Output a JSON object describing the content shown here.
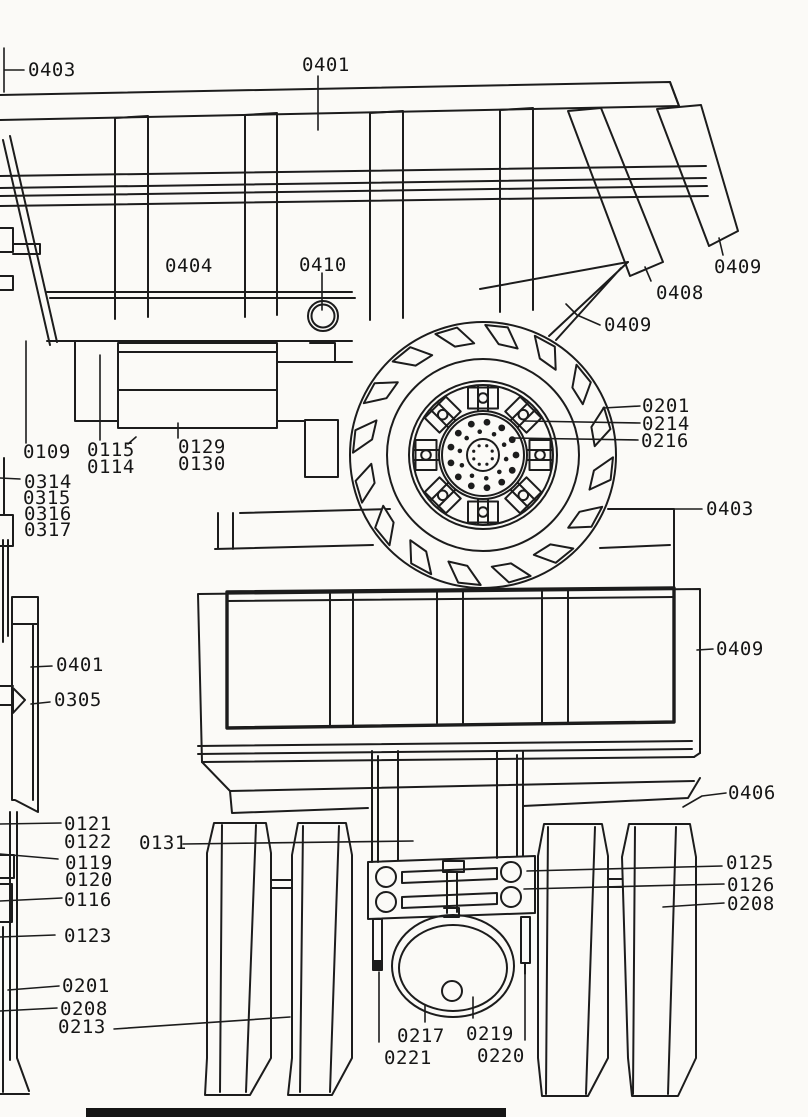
{
  "figure": {
    "kind": "hand-drawn parts diagram",
    "subject": "dump truck body, wheel and rear axle views"
  },
  "colors": {
    "ink": "#1c1c1c",
    "paper": "#fbfaf7"
  },
  "labels": {
    "side_view": [
      "0403",
      "0401",
      "0404",
      "0410",
      "0409",
      "0408",
      "0409",
      "0109",
      "0115",
      "0114",
      "0129",
      "0130",
      "0314",
      "0315",
      "0316",
      "0317"
    ],
    "front_wheel": [
      "0201",
      "0214",
      "0216"
    ],
    "left_profile": [
      "0401",
      "0305"
    ],
    "rear_right": [
      "0403",
      "0409",
      "0406",
      "0125",
      "0126",
      "0208"
    ],
    "rear_left": [
      "0121",
      "0122",
      "0119",
      "0120",
      "0116",
      "0123",
      "0131"
    ],
    "bottom_left": [
      "0201",
      "0208",
      "0213"
    ],
    "axle": [
      "0217",
      "0221",
      "0219",
      "0220"
    ]
  }
}
